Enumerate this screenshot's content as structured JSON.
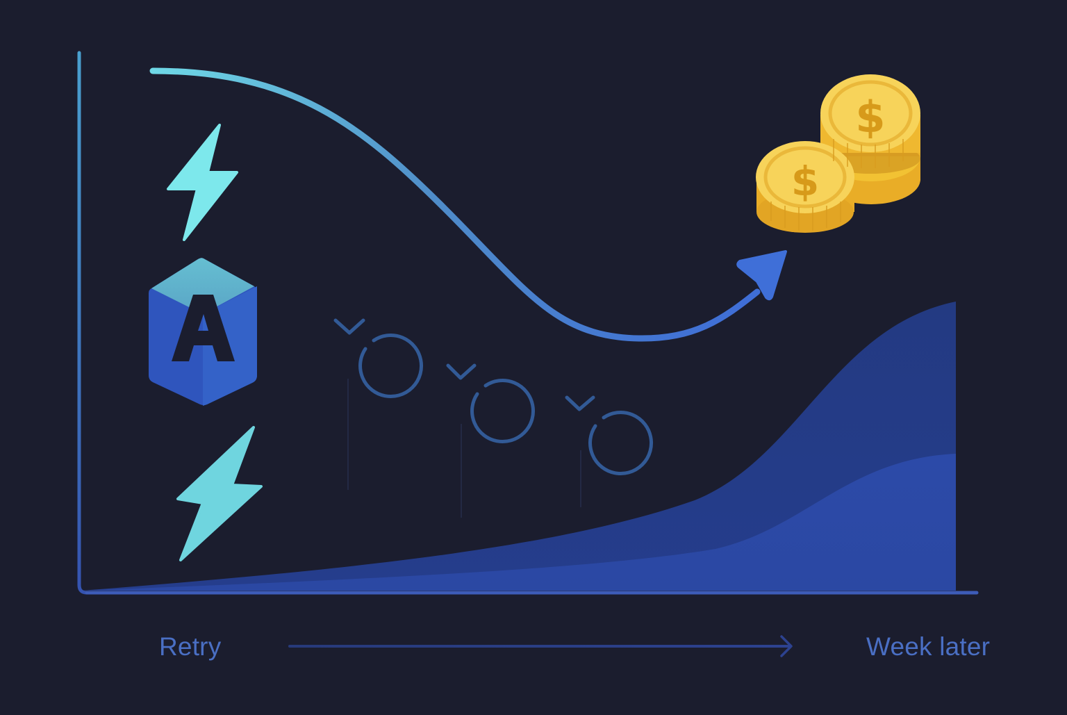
{
  "diagram": {
    "type": "cost-over-time illustration",
    "description": "Retry cost curve: immediate retry vs. cost accumulating over a week",
    "axis": {
      "start_label": "Retry",
      "end_label": "Week later",
      "direction": "left-to-right"
    },
    "icons": [
      {
        "name": "lightning-bolt-icon",
        "position": "upper-left",
        "color": "#7de8ec"
      },
      {
        "name": "letter-a-hexagon-logo",
        "letter": "A",
        "position": "left-middle",
        "colors": [
          "#5fb0c8",
          "#2f5bc4",
          "#3663c9"
        ]
      },
      {
        "name": "lightning-bolt-icon",
        "position": "lower-left",
        "color": "#6fd5df"
      },
      {
        "name": "gold-coins-icon",
        "symbol": "$",
        "count": 3,
        "position": "upper-right",
        "color": "#f2c233"
      }
    ],
    "checkpoints": [
      {
        "name": "check-circle-1",
        "glyph": "chevron-down"
      },
      {
        "name": "check-circle-2",
        "glyph": "chevron-down"
      },
      {
        "name": "check-circle-3",
        "glyph": "chevron-down"
      }
    ],
    "curves": {
      "main_curve": "descends from top-left then rises to an arrow pointing at coins",
      "area_upper": "dark-blue area rising steeply toward right",
      "area_lower": "brighter blue area rising toward right"
    },
    "colors": {
      "background": "#1b1d2e",
      "axis": "#3553b0",
      "curve_start": "#6fd8e6",
      "curve_end": "#3d6ad8",
      "area_upper": "#24397f",
      "area_lower": "#2c4aa6",
      "checkpoint": "#325a96",
      "label": "#4a6fc4",
      "timeline_arrow": "#2a3f86",
      "coin_face": "#f7d35a",
      "coin_edge": "#e7ab24",
      "coin_symbol": "#d79a1a"
    }
  }
}
